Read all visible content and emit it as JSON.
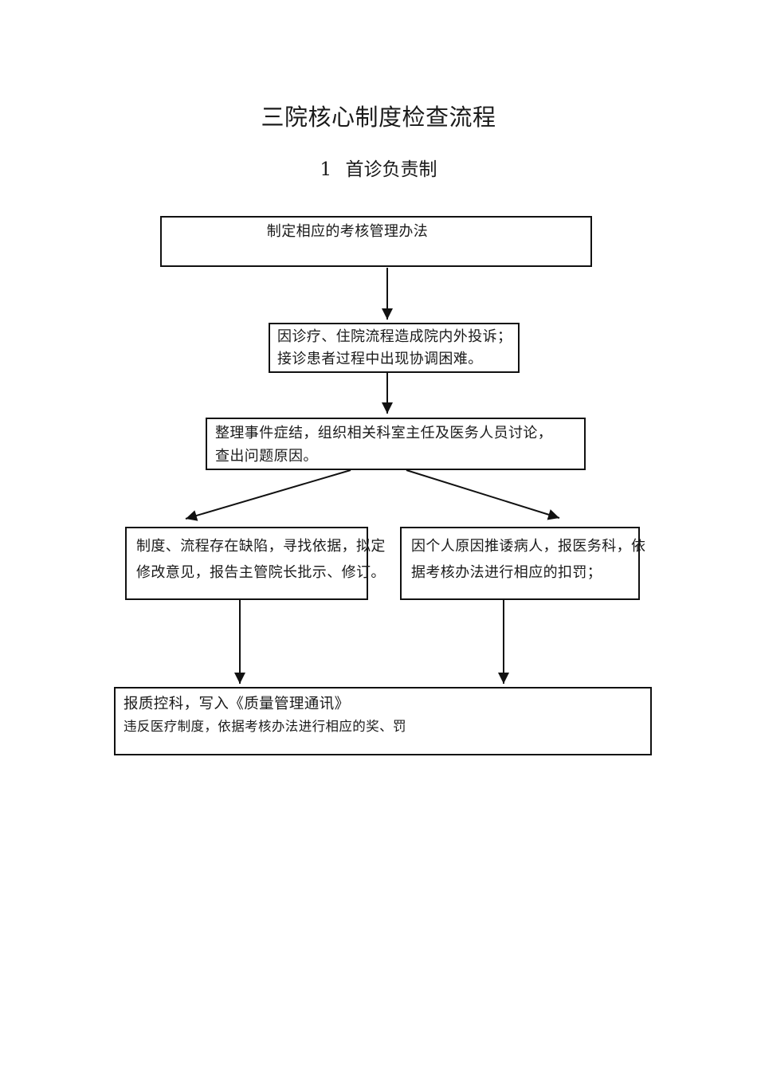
{
  "page": {
    "title": "三院核心制度检查流程",
    "section_heading": "1 首诊负责制"
  },
  "flowchart": {
    "box_make_rules": {
      "lines": [
        "制定相应的考核管理办法"
      ]
    },
    "box_trigger": {
      "lines": [
        "因诊疗、住院流程造成院内外投诉；",
        "接诊患者过程中出现协调困难。"
      ]
    },
    "box_analyze": {
      "lines": [
        "整理事件症结，组织相关科室主任及医务人员讨论，",
        "查出问题原因。"
      ]
    },
    "box_process_defect": {
      "lines": [
        "制度、流程存在缺陷，寻找依据，拟定",
        "修改意见，报告主管院长批示、修订。"
      ]
    },
    "box_personal_cause": {
      "lines": [
        "因个人原因推诿病人，报医务科，依",
        "据考核办法进行相应的扣罚；"
      ]
    },
    "box_report": {
      "lines": [
        "报质控科，写入《质量管理通讯》",
        "违反医疗制度，依据考核办法进行相应的奖、罚"
      ]
    }
  },
  "colors": {
    "ink": "#1a1a1a",
    "border": "#111111",
    "background": "#ffffff"
  }
}
